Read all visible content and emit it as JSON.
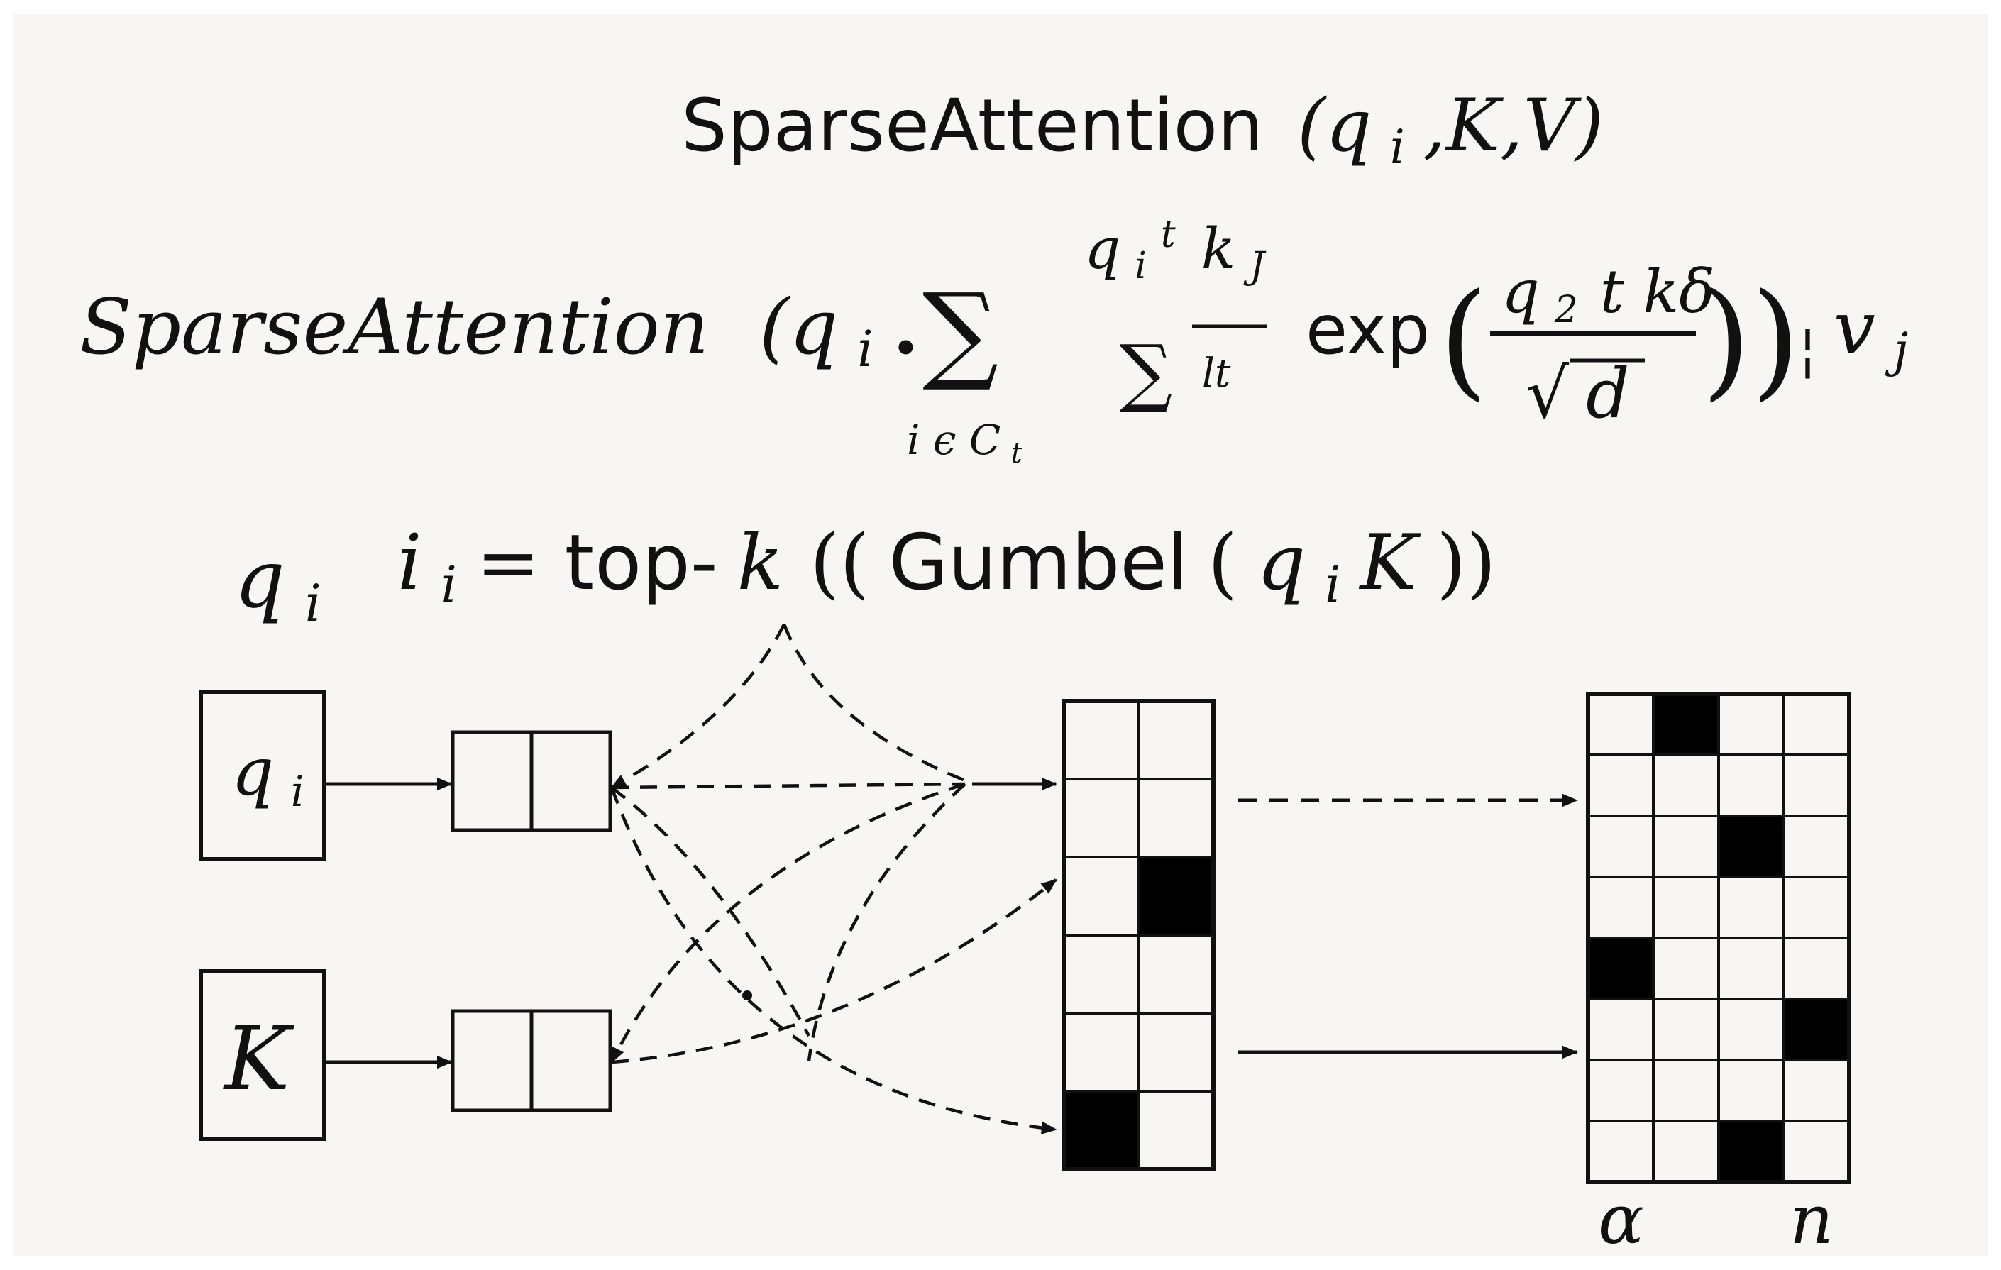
{
  "title": {
    "name": "SparseAttention",
    "args": "(q",
    "args_sub": "i",
    "args_rest": ",K,V)"
  },
  "formula": {
    "name": "SparseAttention",
    "open": "(q",
    "open_sub": "i",
    "dot": ".",
    "sum_symbol": "∑",
    "sum_lower": "i ϵ C",
    "sum_lower_sub": "t",
    "frac_num": "q",
    "frac_num_sub": "i",
    "frac_num_sup": "t",
    "frac_num_rest": "k",
    "frac_num_rest_sub": "J",
    "frac_den_symbol": "∑",
    "frac_den_text": "lt",
    "exp": "exp",
    "inner_num": "q",
    "inner_num_sub": "2",
    "inner_num_rest": "t kδ",
    "inner_den_radical": "√",
    "inner_den": "d",
    "close": "))",
    "tail_mark": "¦",
    "v": "v",
    "v_sub": "j"
  },
  "topk_formula": {
    "lhs": "i",
    "lhs_sub": "i",
    "eq": " = ",
    "fn": "top-",
    "k": "k",
    "open": "((",
    "gumbel": "Gumbel",
    "paren_open": "(",
    "q": "q",
    "q_sub": "i",
    "K": "K",
    "close": "))"
  },
  "labels": {
    "qi_above": "q",
    "qi_above_sub": "i",
    "qi_box": "q",
    "qi_box_sub": "i",
    "k_box": "K",
    "bottom_left": "α",
    "bottom_right": "n"
  },
  "colors": {
    "background": "#f7f6f3",
    "ink": "#111111",
    "cell_fill": "#000000"
  },
  "grids": {
    "middle": {
      "rows": 6,
      "cols": 2,
      "filled": [
        [
          2,
          1
        ],
        [
          5,
          0
        ]
      ]
    },
    "right": {
      "rows": 8,
      "cols": 4,
      "filled": [
        [
          0,
          1
        ],
        [
          2,
          2
        ],
        [
          4,
          0
        ],
        [
          5,
          3
        ],
        [
          7,
          2
        ]
      ]
    }
  }
}
